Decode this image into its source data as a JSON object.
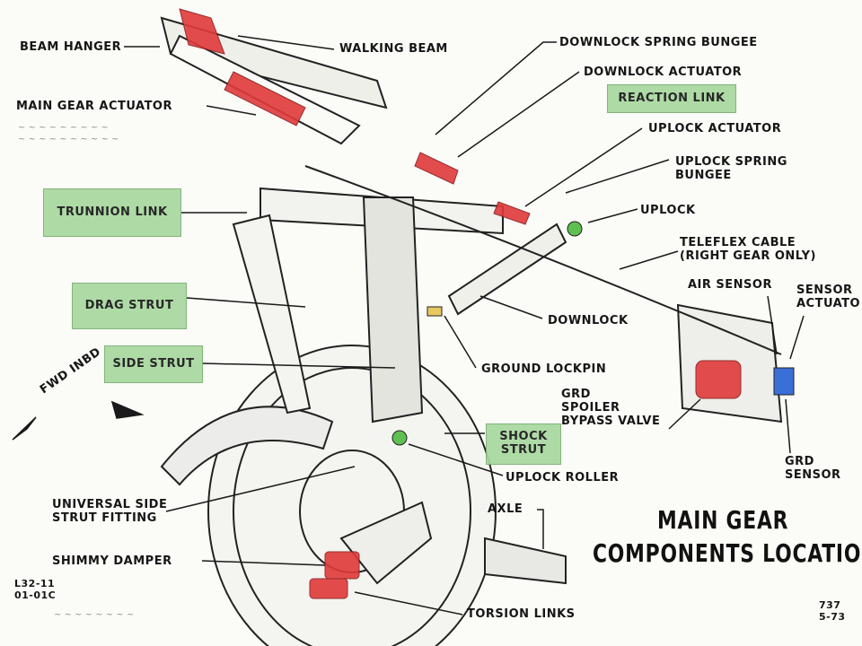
{
  "diagram": {
    "title_line1": "MAIN GEAR",
    "title_line2": "COMPONENTS LOCATION",
    "labels": {
      "beam_hanger": "BEAM HANGER",
      "walking_beam": "WALKING BEAM",
      "main_gear_actuator": "MAIN GEAR ACTUATOR",
      "downlock_spring_bungee": "DOWNLOCK SPRING BUNGEE",
      "downlock_actuator": "DOWNLOCK ACTUATOR",
      "reaction_link": "REACTION LINK",
      "uplock_actuator": "UPLOCK ACTUATOR",
      "uplock_spring_bungee": "UPLOCK SPRING\nBUNGEE",
      "uplock": "UPLOCK",
      "trunnion_link": "TRUNNION LINK",
      "teleflex_cable": "TELEFLEX CABLE\n(RIGHT GEAR ONLY)",
      "air_sensor": "AIR SENSOR",
      "sensor_actuator": "SENSOR\nACTUATO",
      "drag_strut": "DRAG STRUT",
      "downlock": "DOWNLOCK",
      "side_strut": "SIDE STRUT",
      "ground_lockpin": "GROUND LOCKPIN",
      "grd_spoiler_bypass_valve": "GRD\nSPOILER\nBYPASS VALVE",
      "fwd_inbd": "FWD INBD",
      "shock_strut": "SHOCK\nSTRUT",
      "grd_sensor": "GRD\nSENSOR",
      "uplock_roller": "UPLOCK ROLLER",
      "universal_side_strut_fitting": "UNIVERSAL SIDE\nSTRUT FITTING",
      "axle": "AXLE",
      "shimmy_damper": "SHIMMY DAMPER",
      "torsion_links": "TORSION LINKS"
    },
    "doc_ref": "L32-11\n01-01C",
    "footer_ref": "737\n5-73",
    "colors": {
      "highlight_green": "#a8d8a0",
      "highlight_red": "#e03a3a",
      "highlight_blue": "#3a6fd8",
      "line": "#1a1a1a"
    }
  }
}
